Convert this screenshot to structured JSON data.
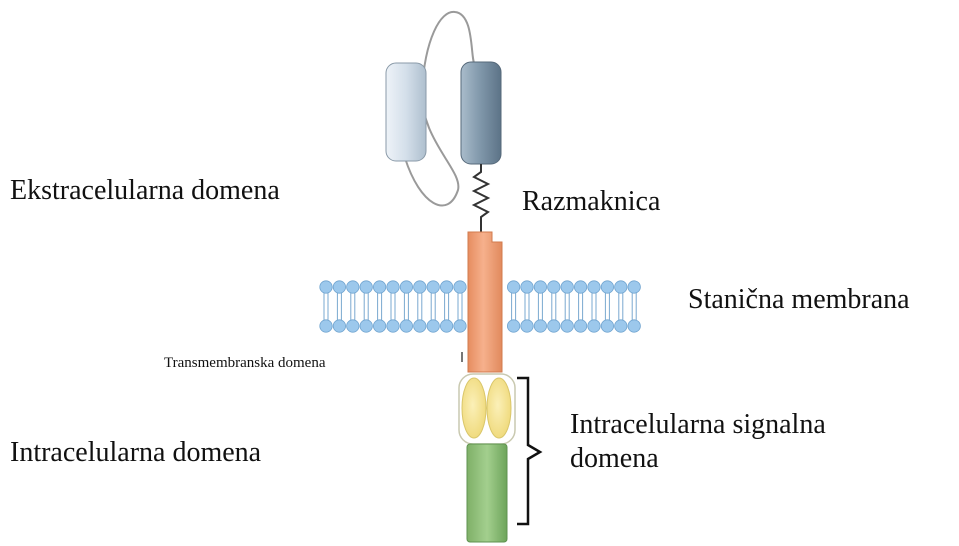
{
  "labels": {
    "extracellular": "Ekstracelularna domena",
    "spacer": "Razmaknica",
    "membrane": "Stanična membrana",
    "transmembrane": "Transmembranska domena",
    "intracellular": "Intracelularna domena",
    "signaling_line1": "Intracelularna signalna",
    "signaling_line2": "domena"
  },
  "colors": {
    "domain_light": "#cfdbe6",
    "domain_dark": "#7d93a6",
    "linker": "#a9a9a9",
    "transmembrane": "#f0a27a",
    "signal_ovals": "#f4e39a",
    "intracellular_tail": "#8fbf7a",
    "lipid_head": "#9cc8ec",
    "lipid_tail": "#7aa9d0"
  }
}
